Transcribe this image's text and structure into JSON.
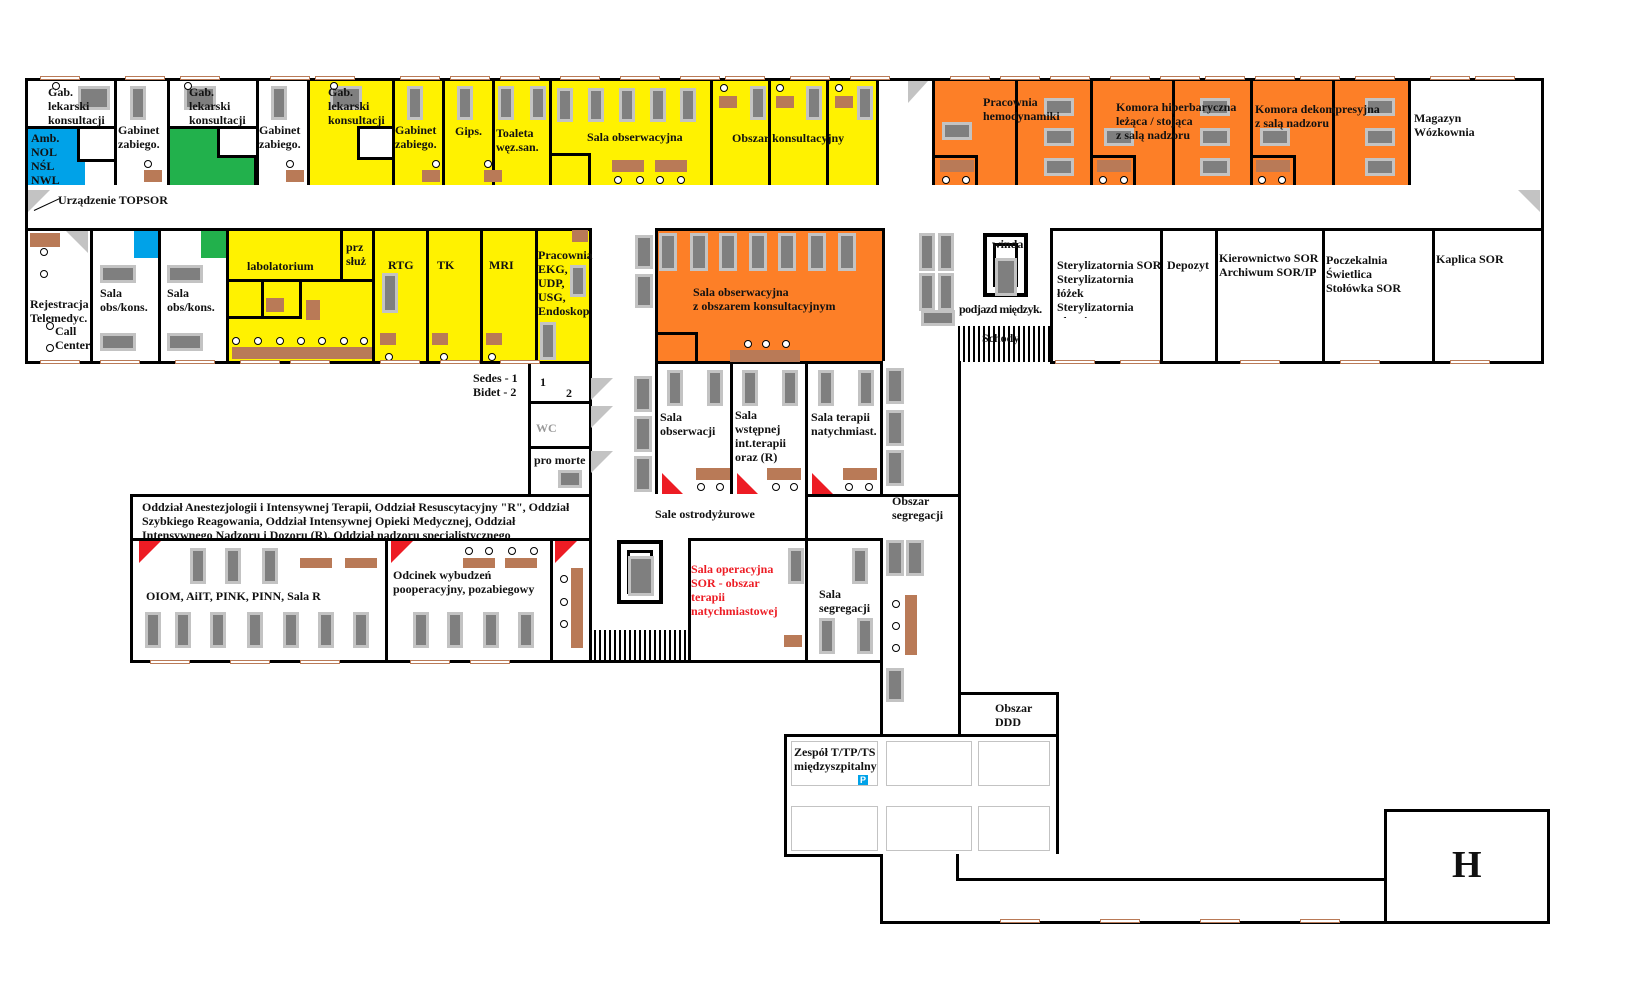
{
  "top_row": {
    "gab1": "Gab.\nlekarski\nkonsultacji",
    "amb": "Amb.\nNOL\nNŚL\nNWL",
    "gabinet_zab1": "Gabinet\nzabiego.",
    "gab2": "Gab.\nlekarski\nkonsultacji",
    "gabinet_zab2": "Gabinet\nzabiego.",
    "gab3": "Gab.\nlekarski\nkonsultacji",
    "gabinet_zab3": "Gabinet\nzabiego.",
    "gips": "Gips.",
    "toaleta": "Toaleta\nwęz.san.",
    "sala_obs": "Sala obserwacyjna",
    "obszar_kons": "Obszar konsultacyjny",
    "hemodynamika": "Pracownia\nhemodynamiki",
    "komora_hiper": "Komora hiperbaryczna\nleżąca / stojąca\nz salą nadzoru",
    "komora_dekomp": "Komora dekompresyjna\nz salą nadzoru",
    "magazyn": "Magazyn\nWózkownia"
  },
  "corridor": {
    "topsor": "Urządzenie TOPSOR"
  },
  "bottom_row": {
    "rejestracja": "Rejestracja\nTelemedyc.",
    "call_center": "Call\nCenter",
    "sala_obs_kons1": "Sala\nobs/kons.",
    "sala_obs_kons2": "Sala\nobs/kons.",
    "labolatorium": "labolatorium",
    "prz_sluz": "prz\nsłuż",
    "rtg": "RTG",
    "tk": "TK",
    "mri": "MRI",
    "pracownia_ekg": "Pracownia\nEKG,\nUDP,\nUSG,\nEndoskop",
    "sala_obs_kons_orange": "Sala obserwacyjna\nz obszarem konsultacyjnym",
    "winda": "winda",
    "podjazd": "podjazd międzyk.",
    "schody": "Schody",
    "sterylizatornia": "Sterylizatornia SOR\nSterylizatornia\nłóżek\nSterylizatornia\nubrań",
    "depozyt": "Depozyt",
    "kierownictwo": "Kierownictwo SOR\nArchiwum SOR/IP",
    "poczekalnia": "Poczekalnia\nŚwietlica\nStołówka SOR",
    "kaplica": "Kaplica SOR"
  },
  "middle": {
    "sedes_bidet": "Sedes - 1\nBidet - 2",
    "num1": "1",
    "num2": "2",
    "wc": "WC",
    "pro_morte": "pro morte",
    "sala_obserwacji": "Sala\nobserwacji",
    "sala_wstepnej": "Sala\nwstępnej\nint.terapii\noraz (R)",
    "sala_terapii": "Sala terapii\nnatychmiast.",
    "obszar_segregacji": "Obszar\nsegregacji"
  },
  "lower": {
    "oddzial_title": "Oddział Anestezjologii i Intensywnej Terapii, Oddział Resuscytacyjny \"R\", Oddział\nSzybkiego Reagowania, Oddział Intensywnej Opieki Medycznej, Oddział\nIntensywnego Nadzoru i Dozoru (R), Oddział nadzoru specjalistycznego",
    "oiom": "OIOM, AiIT, PINK, PINN, Sala R",
    "odcinek": "Odcinek wybudzeń\npooperacyjny, pozabiegowy",
    "sale_ostrodyzurowe": "Sale ostrodyżurowe",
    "sala_operacyjna": "Sala operacyjna\nSOR - obszar\nterapii\nnatychmiastowej",
    "sala_segregacji": "Sala\nsegregacji"
  },
  "bottom": {
    "obszar_ddd": "Obszar\nDDD",
    "zespol": "Zespół T/TP/TS\nmiędzyszpitalny",
    "parking": "P",
    "helipad": "H"
  },
  "colors": {
    "yellow": "#fff200",
    "orange": "#fd7f27",
    "blue": "#00a2e8",
    "green": "#22b14c",
    "red": "#ed1c24"
  }
}
